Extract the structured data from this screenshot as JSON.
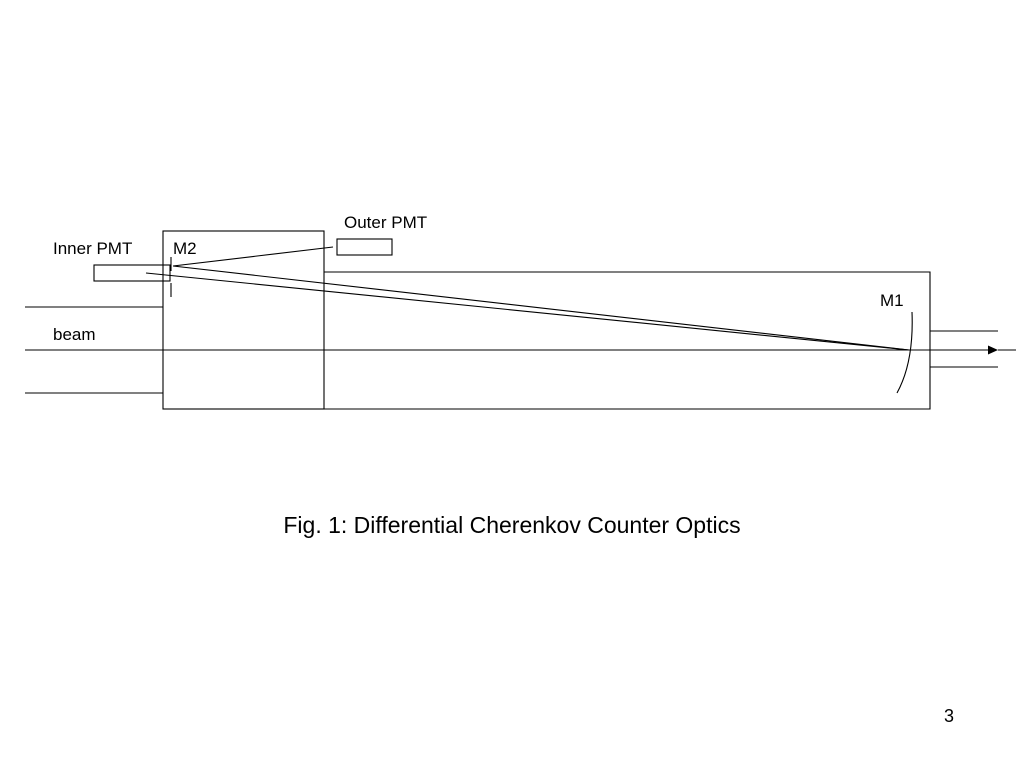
{
  "slide": {
    "caption": "Fig. 1:  Differential Cherenkov Counter Optics",
    "page_number": "3"
  },
  "diagram": {
    "labels": {
      "inner_pmt": "Inner PMT",
      "outer_pmt": "Outer PMT",
      "m2": "M2",
      "m1": "M1",
      "beam": "beam"
    }
  }
}
